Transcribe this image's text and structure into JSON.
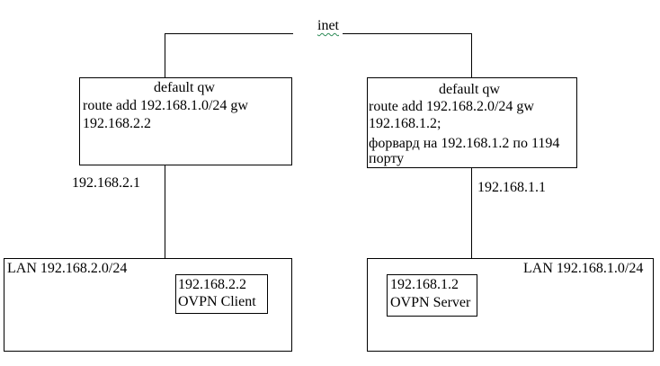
{
  "inet": {
    "label": "inet"
  },
  "left_gateway": {
    "title": "default qw",
    "line1": "route add 192.168.1.0/24 gw",
    "line2": "192.168.2.2",
    "lan_ip": "192.168.2.1"
  },
  "right_gateway": {
    "title": "default qw",
    "line1": "route add 192.168.2.0/24 gw",
    "line2": "192.168.1.2;",
    "line3": "форвард на 192.168.1.2 по 1194",
    "line4": "порту",
    "lan_ip": "192.168.1.1"
  },
  "left_lan": {
    "label": "LAN 192.168.2.0/24",
    "host_ip": "192.168.2.2",
    "host_role": "OVPN Client"
  },
  "right_lan": {
    "label": "LAN 192.168.1.0/24",
    "host_ip": "192.168.1.2",
    "host_role": "OVPN Server"
  },
  "colors": {
    "line": "#000000",
    "spellcheck_underline": "#2e8b57"
  }
}
